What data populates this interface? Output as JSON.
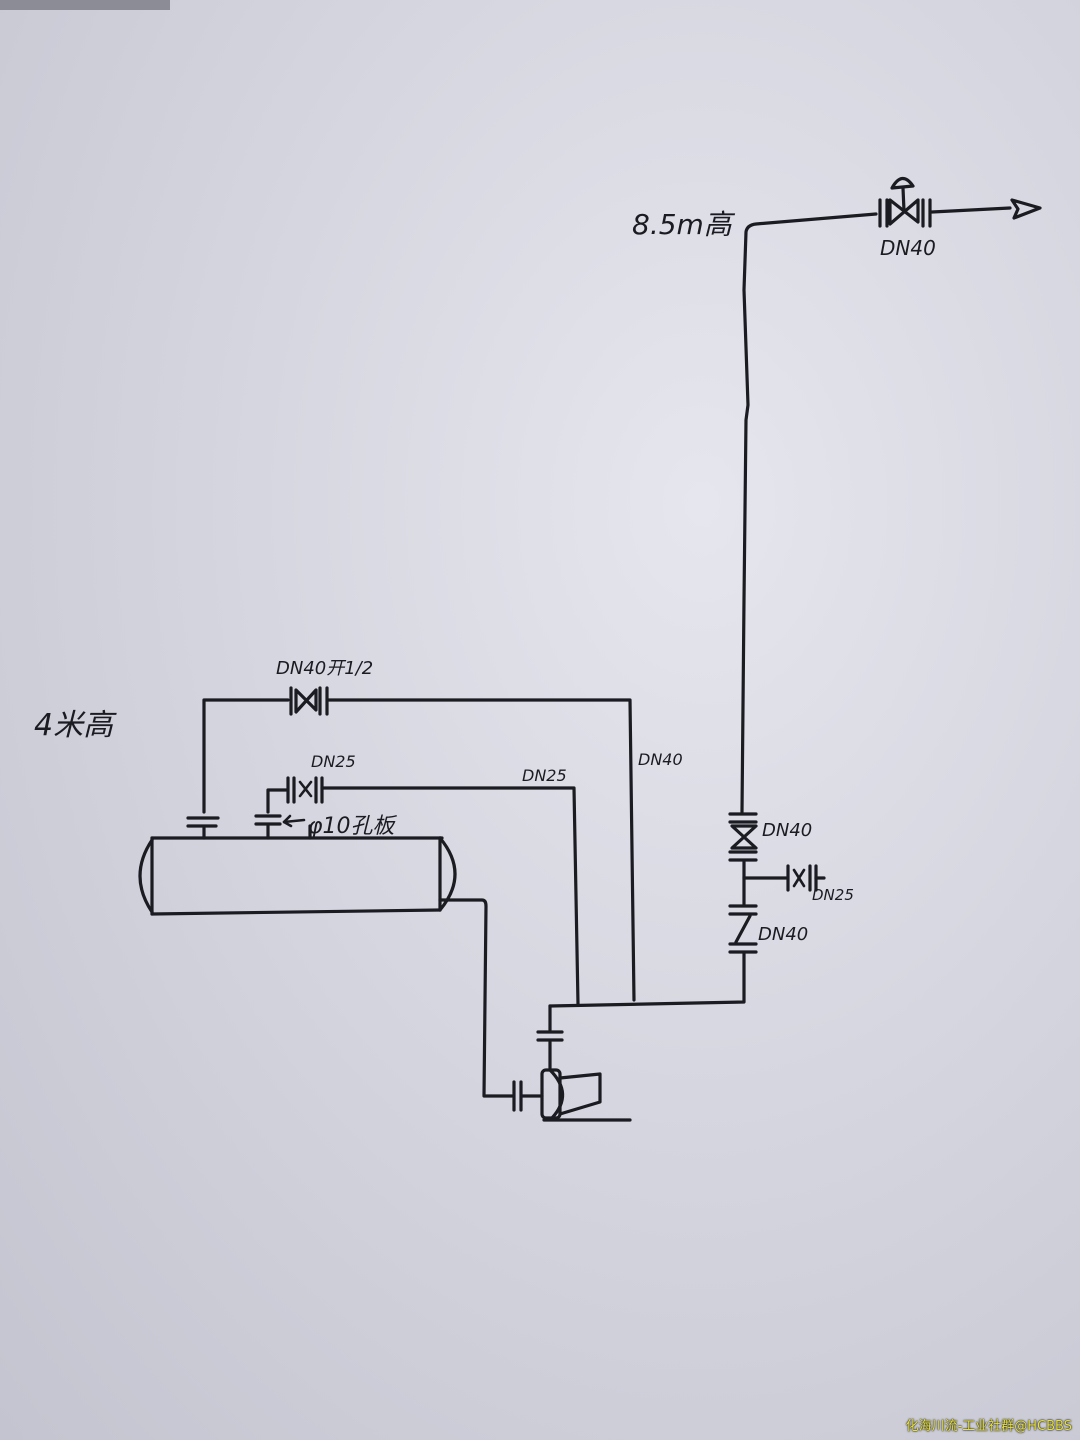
{
  "labels": {
    "top_elevation": "8.5m高",
    "control_valve_size": "DN40",
    "vessel_elevation": "4米高",
    "bypass_valve": "DN40开1/2",
    "small_valve_top": "DN25",
    "orifice_plate": "φ10孔板",
    "return_line_size": "DN25",
    "recirc_line_size": "DN40",
    "discharge_valve_upper": "DN40",
    "drain_valve": "DN25",
    "check_valve_lower": "DN40"
  },
  "watermark": "化海川流-工业社群@HCBBS"
}
